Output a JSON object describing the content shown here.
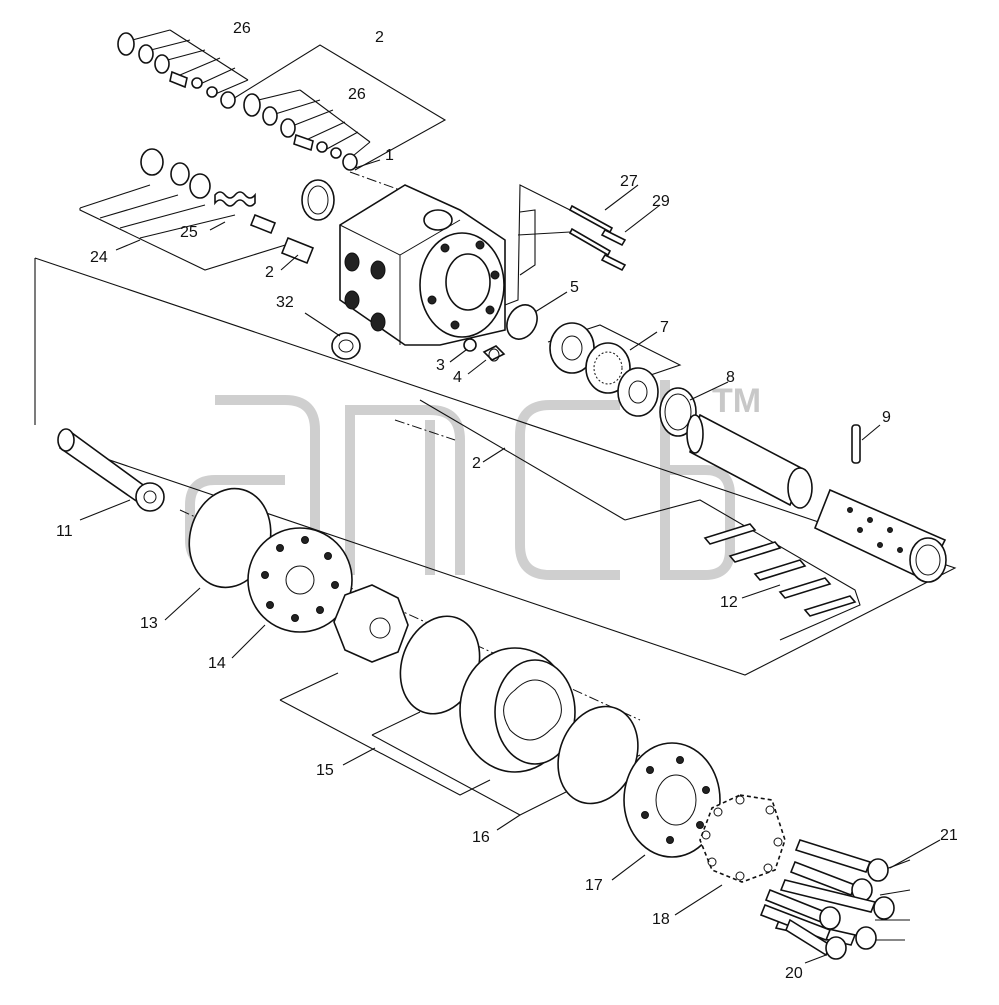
{
  "watermark": {
    "trademark": "TM"
  },
  "labels": {
    "l1": "1",
    "l2a": "2",
    "l2b": "2",
    "l2c": "2",
    "l3": "3",
    "l4": "4",
    "l5": "5",
    "l7": "7",
    "l8": "8",
    "l9": "9",
    "l11": "11",
    "l12": "12",
    "l13": "13",
    "l14": "14",
    "l15": "15",
    "l16": "16",
    "l17": "17",
    "l18": "18",
    "l20": "20",
    "l21": "21",
    "l24": "24",
    "l25": "25",
    "l26a": "26",
    "l26b": "26",
    "l27": "27",
    "l29": "29",
    "l32": "32"
  }
}
